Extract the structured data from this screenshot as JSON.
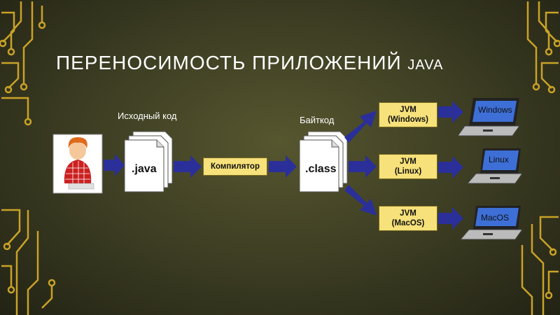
{
  "slide": {
    "title_main": "ПЕРЕНОСИМОСТЬ ПРИЛОЖЕНИЙ ",
    "title_small": "JAVA"
  },
  "diagram": {
    "source_label": "Исходный код",
    "bytecode_label": "Байткод",
    "source_file": ".java",
    "compiler": "Компилятор",
    "bytecode_file": ".class",
    "jvms": [
      {
        "line1": "JVM",
        "line2": "(Windows)",
        "os": "Windows"
      },
      {
        "line1": "JVM",
        "line2": "(Linux)",
        "os": "Linux"
      },
      {
        "line1": "JVM",
        "line2": "(MacOS)",
        "os": "MacOS"
      }
    ]
  },
  "colors": {
    "arrow": "#2b2f9a",
    "box_fill": "#f6e17a",
    "circuit": "#c9a227",
    "screen": "#3d6fd6"
  }
}
